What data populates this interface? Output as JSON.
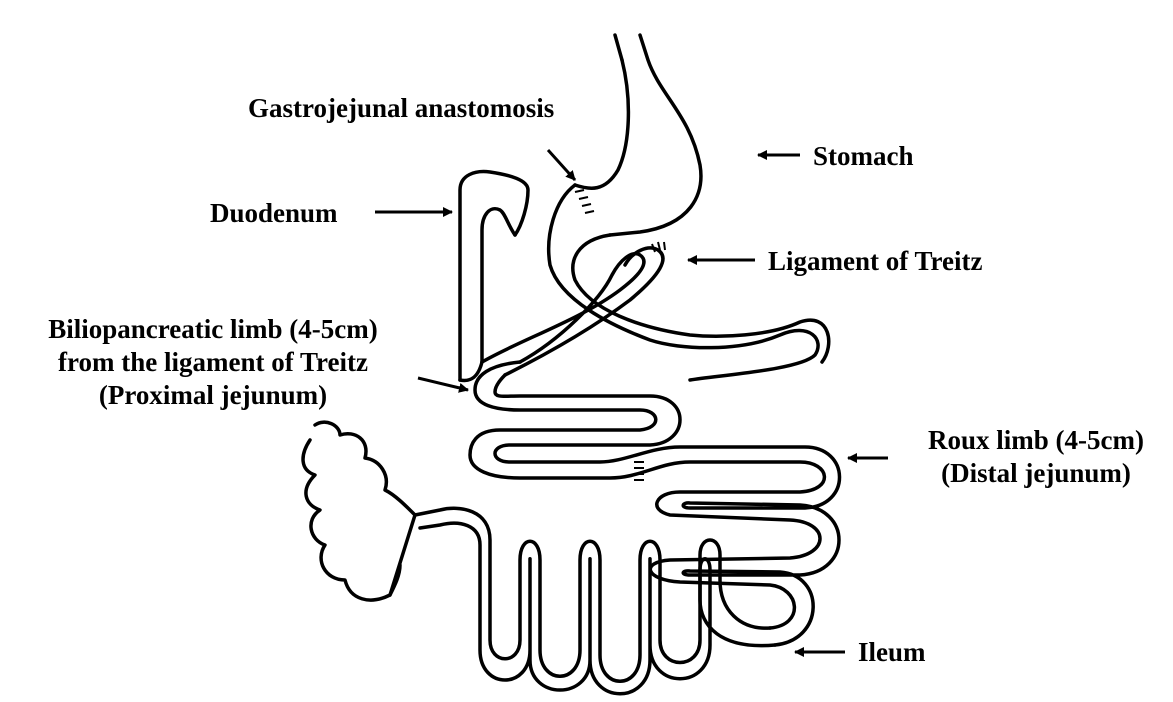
{
  "labels": {
    "gastrojejunal": "Gastrojejunal anastomosis",
    "stomach": "Stomach",
    "duodenum": "Duodenum",
    "ligament": "Ligament of Treitz",
    "bp_line1": "Biliopancreatic limb (4-5cm)",
    "bp_line2": "from the ligament of Treitz",
    "bp_line3": "(Proximal jejunum)",
    "roux_line1": "Roux limb (4-5cm)",
    "roux_line2": "(Distal jejunum)",
    "ileum": "Ileum"
  },
  "colors": {
    "line": "#000000",
    "background": "#ffffff"
  }
}
